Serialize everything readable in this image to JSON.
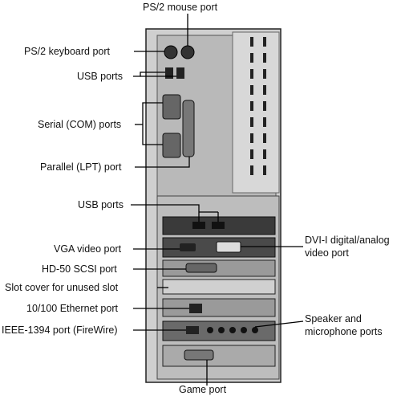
{
  "labels": {
    "ps2_mouse": "PS/2 mouse port",
    "ps2_keyboard": "PS/2 keyboard port",
    "usb_top": "USB ports",
    "serial": "Serial (COM) ports",
    "parallel": "Parallel (LPT) port",
    "usb_card": "USB ports",
    "vga": "VGA video port",
    "dvi_line1": "DVI-I digital/analog",
    "dvi_line2": "video port",
    "scsi": "HD-50 SCSI port",
    "slot_cover": "Slot cover for unused slot",
    "ethernet": "10/100 Ethernet port",
    "firewire": "IEEE-1394 port (FireWire)",
    "speaker_line1": "Speaker and",
    "speaker_line2": "microphone ports",
    "game": "Game port"
  }
}
